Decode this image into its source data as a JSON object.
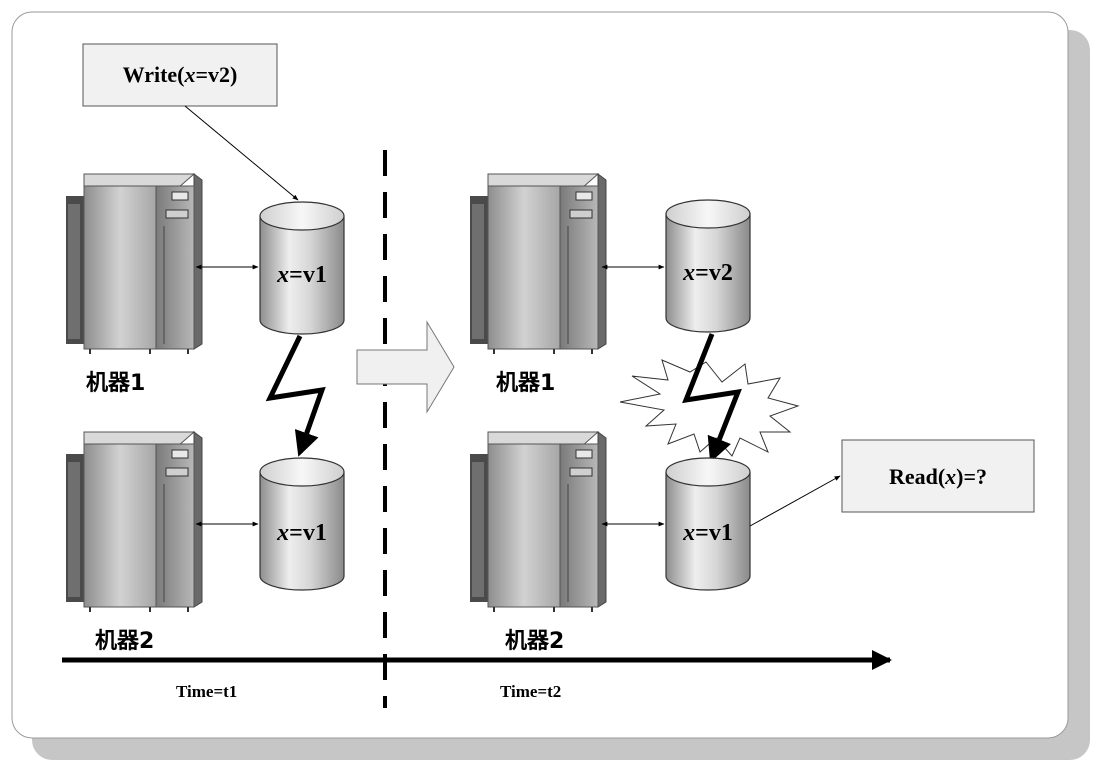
{
  "boxes": {
    "write": "Write(x=v2)",
    "read": "Read(x)=?"
  },
  "databases": {
    "t1_machine1": "x=v1",
    "t1_machine2": "x=v1",
    "t2_machine1": "x=v2",
    "t2_machine2": "x=v1"
  },
  "machines": {
    "t1_machine1": "机器1",
    "t1_machine2": "机器2",
    "t2_machine1": "机器1",
    "t2_machine2": "机器2"
  },
  "timeline": {
    "t1": "Time=t1",
    "t2": "Time=t2"
  },
  "colors": {
    "panel": "#ffffff",
    "shadow": "#c8c8c8",
    "box_fill": "#f1f1f1",
    "cylinder_light": "#e8e8e8",
    "cylinder_dark": "#9c9c9c",
    "server_body": "#b4b4b4",
    "server_dark": "#5a5a5a",
    "line": "#000000"
  }
}
